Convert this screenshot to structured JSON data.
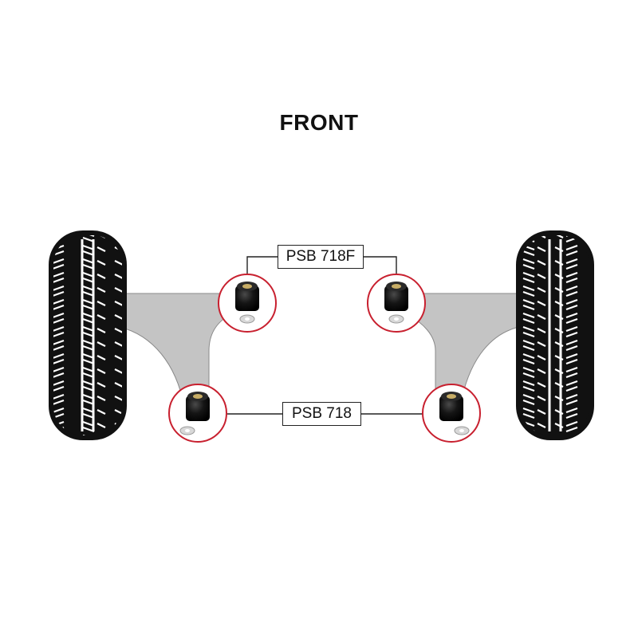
{
  "heading": "FRONT",
  "labels": {
    "upper_part": "PSB 718F",
    "lower_part": "PSB 718"
  },
  "colors": {
    "circle_stroke": "#c8202f",
    "arm_fill": "#c4c4c4",
    "tyre": "#111111",
    "bush": "#0d0d0d",
    "washer": "#d8d8d8"
  }
}
